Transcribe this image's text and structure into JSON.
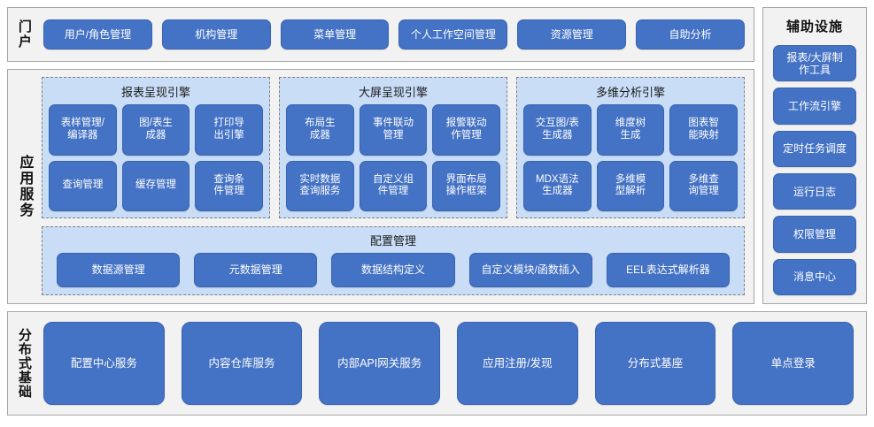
{
  "portal": {
    "label": "门户",
    "items": [
      {
        "label": "用户/角色管理"
      },
      {
        "label": "机构管理"
      },
      {
        "label": "菜单管理"
      },
      {
        "label": "个人工作空间管理"
      },
      {
        "label": "资源管理"
      },
      {
        "label": "自助分析"
      }
    ]
  },
  "app_services": {
    "label": "应用服务",
    "engines": [
      {
        "title": "报表呈现引擎",
        "items": [
          {
            "label": "表样管理/\n编译器"
          },
          {
            "label": "图/表生\n成器"
          },
          {
            "label": "打印导\n出引擎"
          },
          {
            "label": "查询管理"
          },
          {
            "label": "缓存管理"
          },
          {
            "label": "查询条\n件管理"
          }
        ]
      },
      {
        "title": "大屏呈现引擎",
        "items": [
          {
            "label": "布局生\n成器"
          },
          {
            "label": "事件联动\n管理"
          },
          {
            "label": "报警联动\n作管理"
          },
          {
            "label": "实时数据\n查询服务"
          },
          {
            "label": "自定义组\n件管理"
          },
          {
            "label": "界面布局\n操作框架"
          }
        ]
      },
      {
        "title": "多维分析引擎",
        "items": [
          {
            "label": "交互图/表\n生成器"
          },
          {
            "label": "维度树\n生成"
          },
          {
            "label": "图表智\n能映射"
          },
          {
            "label": "MDX语法\n生成器"
          },
          {
            "label": "多维模\n型解析"
          },
          {
            "label": "多维查\n询管理"
          }
        ]
      }
    ],
    "config": {
      "title": "配置管理",
      "items": [
        {
          "label": "数据源管理"
        },
        {
          "label": "元数据管理"
        },
        {
          "label": "数据结构定义"
        },
        {
          "label": "自定义模块/函数插入"
        },
        {
          "label": "EEL表达式解析器"
        }
      ]
    }
  },
  "aux": {
    "title": "辅助设施",
    "items": [
      {
        "label": "报表/大屏制\n作工具"
      },
      {
        "label": "工作流引擎"
      },
      {
        "label": "定时任务调度"
      },
      {
        "label": "运行日志"
      },
      {
        "label": "权限管理"
      },
      {
        "label": "消息中心"
      }
    ]
  },
  "distributed": {
    "label": "分布式基础",
    "items": [
      {
        "label": "配置中心服务"
      },
      {
        "label": "内容仓库服务"
      },
      {
        "label": "内部API网关服务"
      },
      {
        "label": "应用注册/发现"
      },
      {
        "label": "分布式基座"
      },
      {
        "label": "单点登录"
      }
    ]
  },
  "colors": {
    "button_blue": "#4472c4",
    "panel_light_blue": "#c9ddf7",
    "outer_gray": "#f2f2f2",
    "border_gray": "#a6a6a6"
  }
}
